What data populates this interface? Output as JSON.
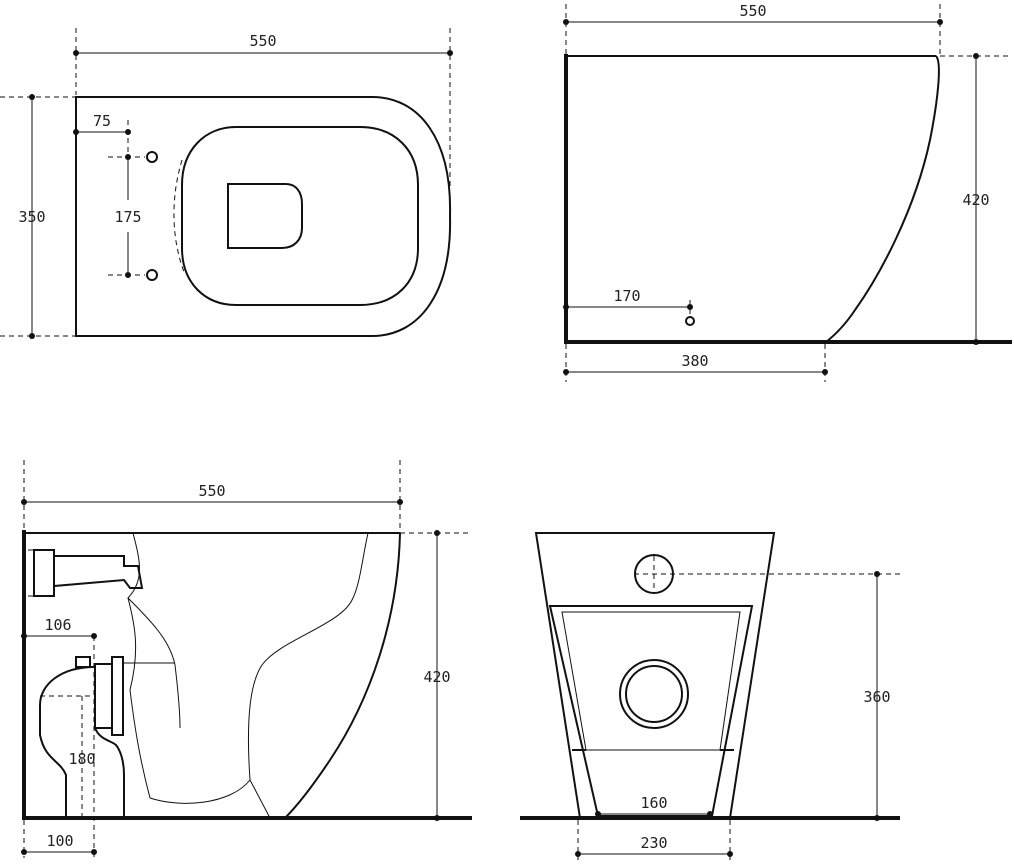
{
  "views": {
    "top": {
      "dim_width": "550",
      "dim_depth": "350",
      "dim_offset": "75",
      "dim_fixing_spacing": "175"
    },
    "side": {
      "dim_width": "550",
      "dim_height": "420",
      "dim_outlet_offset": "170",
      "dim_base_length": "380"
    },
    "section": {
      "dim_width": "550",
      "dim_height": "420",
      "dim_inlet_offset": "106",
      "dim_outlet_height": "180",
      "dim_outlet_wall": "100"
    },
    "rear": {
      "dim_inlet_height": "360",
      "dim_inner_base": "160",
      "dim_base_width": "230"
    }
  }
}
